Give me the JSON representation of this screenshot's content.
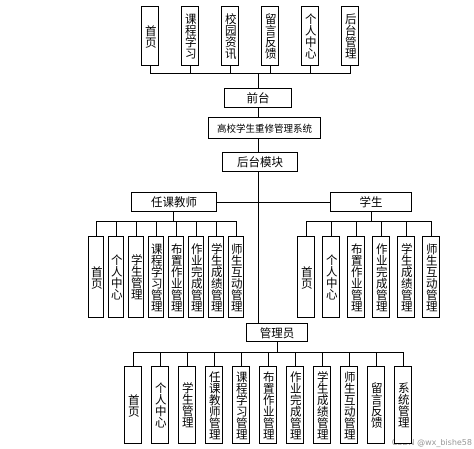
{
  "front_items": [
    "首页",
    "课程学习",
    "校园资讯",
    "留言反馈",
    "个人中心",
    "后台管理"
  ],
  "front_label": "前台",
  "system_title": "高校学生重修管理系统",
  "backend_label": "后台模块",
  "teacher_label": "任课教师",
  "teacher_items": [
    "首页",
    "个人中心",
    "学生管理",
    "课程学习管理",
    "布置作业管理",
    "作业完成管理",
    "学生成绩管理",
    "师生互动管理"
  ],
  "student_label": "学生",
  "student_items": [
    "首页",
    "个人中心",
    "布置作业管理",
    "作业完成管理",
    "学生成绩管理",
    "师生互动管理"
  ],
  "admin_label": "管理员",
  "admin_items": [
    "首页",
    "个人中心",
    "学生管理",
    "任课教师管理",
    "课程学习管理",
    "布置作业管理",
    "作业完成管理",
    "学生成绩管理",
    "师生互动管理",
    "留言反馈",
    "系统管理"
  ],
  "watermark": "CSDN @wx_bishe58"
}
